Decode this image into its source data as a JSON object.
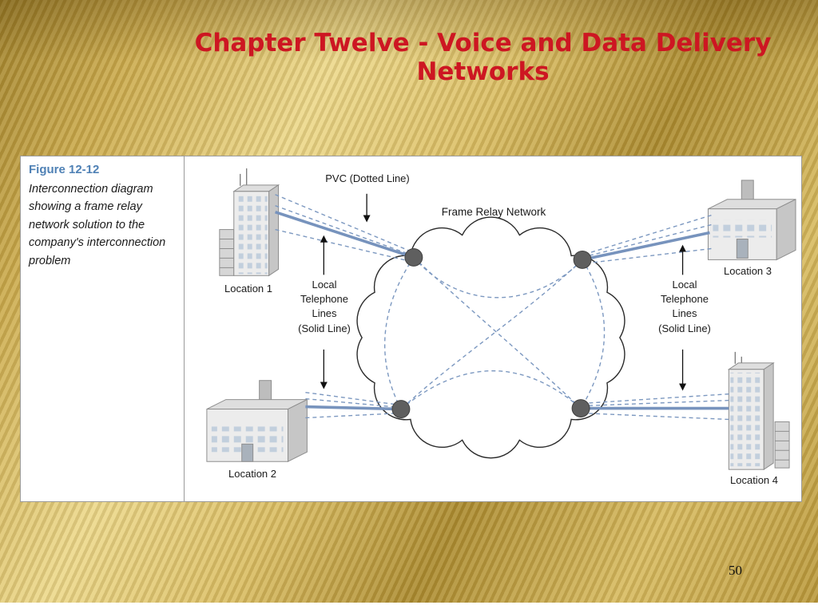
{
  "slide": {
    "title": "Chapter Twelve - Voice and Data Delivery Networks",
    "page_number": "50"
  },
  "figure": {
    "label": "Figure 12-12",
    "caption": "Interconnection diagram showing a frame relay network solution to the company's interconnection problem"
  },
  "diagram": {
    "pvc_label": "PVC (Dotted Line)",
    "cloud_label": "Frame Relay Network",
    "telephone_lines_label": [
      "Local",
      "Telephone",
      "Lines",
      "(Solid Line)"
    ],
    "locations": [
      "Location 1",
      "Location 2",
      "Location 3",
      "Location 4"
    ]
  },
  "colors": {
    "title_red": "#cd1622",
    "figure_label_blue": "#4f81b5",
    "line_blue": "#7793bd",
    "background_gold": "#d2b25c",
    "node_gray": "#5f5f5f"
  }
}
